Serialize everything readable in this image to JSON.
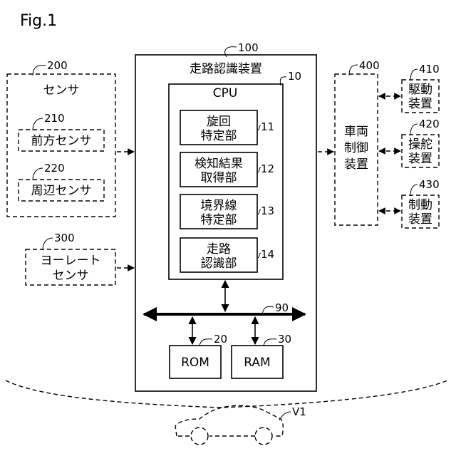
{
  "figure_label": "Fig.1",
  "device": {
    "ref": "100",
    "label": "走路認識装置"
  },
  "cpu": {
    "ref": "10",
    "label": "CPU"
  },
  "units": [
    {
      "ref": "11",
      "lines": [
        "旋回",
        "特定部"
      ]
    },
    {
      "ref": "12",
      "lines": [
        "検知結果",
        "取得部"
      ]
    },
    {
      "ref": "13",
      "lines": [
        "境界線",
        "特定部"
      ]
    },
    {
      "ref": "14",
      "lines": [
        "走路",
        "認識部"
      ]
    }
  ],
  "bus": {
    "ref": "90"
  },
  "rom": {
    "ref": "20",
    "label": "ROM"
  },
  "ram": {
    "ref": "30",
    "label": "RAM"
  },
  "sensor_group": {
    "ref": "200",
    "label": "センサ",
    "items": [
      {
        "ref": "210",
        "label": "前方センサ"
      },
      {
        "ref": "220",
        "label": "周辺センサ"
      }
    ]
  },
  "yaw_sensor": {
    "ref": "300",
    "lines": [
      "ヨーレート",
      "センサ"
    ]
  },
  "vehicle_control": {
    "ref": "400",
    "lines": [
      "車両",
      "制御",
      "装置"
    ]
  },
  "actuators": [
    {
      "ref": "410",
      "lines": [
        "駆動",
        "装置"
      ]
    },
    {
      "ref": "420",
      "lines": [
        "操舵",
        "装置"
      ]
    },
    {
      "ref": "430",
      "lines": [
        "制動",
        "装置"
      ]
    }
  ],
  "vehicle": {
    "ref": "V1"
  }
}
